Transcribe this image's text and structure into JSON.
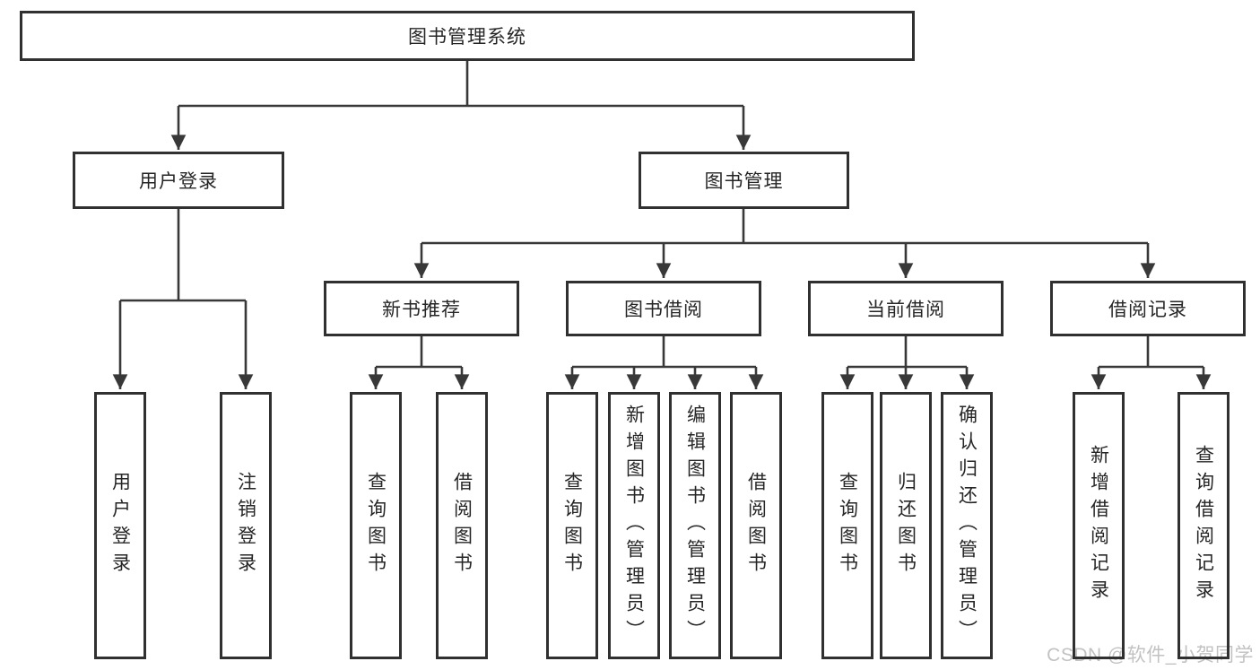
{
  "colors": {
    "line-color": "#383838",
    "box-border-color": "#303030",
    "text-color": "#262626",
    "background": "#ffffff",
    "watermark-color": "#c2c2c2"
  },
  "tree": {
    "root": {
      "label": "图书管理系统"
    },
    "branches": [
      {
        "label": "用户登录",
        "children": [
          {
            "label": "用户登录"
          },
          {
            "label": "注销登录"
          }
        ]
      },
      {
        "label": "图书管理",
        "children": [
          {
            "label": "新书推荐",
            "children": [
              {
                "label": "查询图书"
              },
              {
                "label": "借阅图书"
              }
            ]
          },
          {
            "label": "图书借阅",
            "children": [
              {
                "label": "查询图书"
              },
              {
                "label": "新增图书（管理员）"
              },
              {
                "label": "编辑图书（管理员）"
              },
              {
                "label": "借阅图书"
              }
            ]
          },
          {
            "label": "当前借阅",
            "children": [
              {
                "label": "查询图书"
              },
              {
                "label": "归还图书"
              },
              {
                "label": "确认归还（管理员）"
              }
            ]
          },
          {
            "label": "借阅记录",
            "children": [
              {
                "label": "新增借阅记录"
              },
              {
                "label": "查询借阅记录"
              }
            ]
          }
        ]
      }
    ]
  },
  "watermark": {
    "text": "CSDN @软件_小贺同学"
  }
}
